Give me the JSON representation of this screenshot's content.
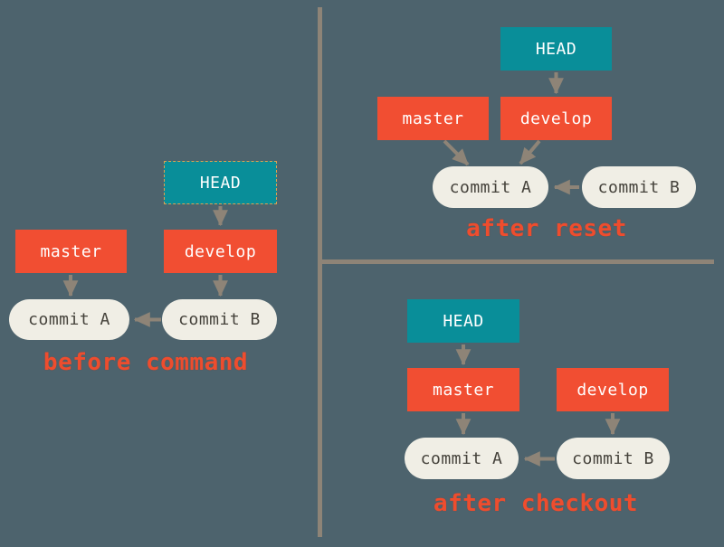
{
  "colors": {
    "background": "#4d636d",
    "head_box": "#098e99",
    "branch_box": "#f14e32",
    "commit_node": "#f0eee5",
    "arrow": "#8e8477",
    "divider": "#8e8477",
    "caption_text": "#ee4d2e",
    "box_text": "#ffffff",
    "commit_text": "#45423b"
  },
  "panels": {
    "before": {
      "caption": "before command",
      "head_label": "HEAD",
      "master_label": "master",
      "develop_label": "develop",
      "commit_a_label": "commit A",
      "commit_b_label": "commit B"
    },
    "after_reset": {
      "caption": "after reset",
      "head_label": "HEAD",
      "master_label": "master",
      "develop_label": "develop",
      "commit_a_label": "commit A",
      "commit_b_label": "commit B"
    },
    "after_checkout": {
      "caption": "after checkout",
      "head_label": "HEAD",
      "master_label": "master",
      "develop_label": "develop",
      "commit_a_label": "commit A",
      "commit_b_label": "commit B"
    }
  }
}
